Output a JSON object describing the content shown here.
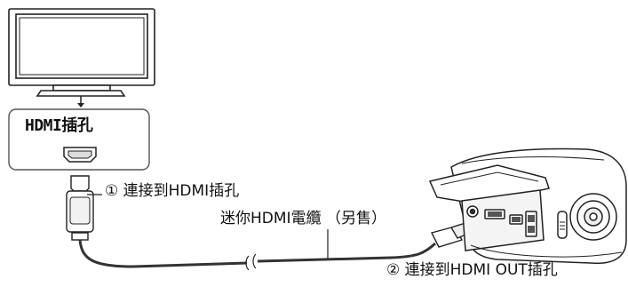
{
  "labels": {
    "hdmi_jack": "HDMI插孔",
    "step1": "① 連接到HDMI插孔",
    "cable": "迷你HDMI電纜 （另售）",
    "step2": "② 連接到HDMI OUT插孔"
  },
  "colors": {
    "line": "#222222",
    "panel_border": "#555555",
    "screen_fill": "#ffffff",
    "cable": "#333333"
  },
  "icons": {
    "tv": "tv-icon",
    "hdmi_port": "hdmi-port-icon",
    "plug": "hdmi-plug-icon",
    "camera": "action-camera-icon",
    "arrow": "arrow-down-icon"
  }
}
